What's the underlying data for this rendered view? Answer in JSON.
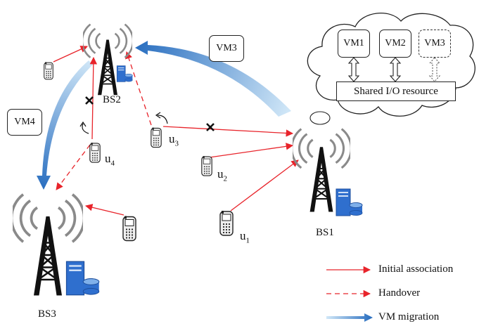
{
  "base_stations": [
    {
      "id": "bs1",
      "label": "BS1"
    },
    {
      "id": "bs2",
      "label": "BS2"
    },
    {
      "id": "bs3",
      "label": "BS3"
    }
  ],
  "users": [
    {
      "id": "u1",
      "label": "u",
      "sub": "1"
    },
    {
      "id": "u2",
      "label": "u",
      "sub": "2"
    },
    {
      "id": "u3",
      "label": "u",
      "sub": "3"
    },
    {
      "id": "u4",
      "label": "u",
      "sub": "4"
    }
  ],
  "migration_labels": {
    "vm3": "VM3",
    "vm4": "VM4"
  },
  "cloud": {
    "vms": [
      "VM1",
      "VM2",
      "VM3"
    ],
    "shared_resource": "Shared I/O resource"
  },
  "legend": {
    "initial": "Initial association",
    "handover": "Handover",
    "migration": "VM migration"
  },
  "colors": {
    "association": "#e8242b",
    "migration_start": "#c9e3f5",
    "migration_end": "#2a6fc0",
    "server": "#2f6fce"
  }
}
